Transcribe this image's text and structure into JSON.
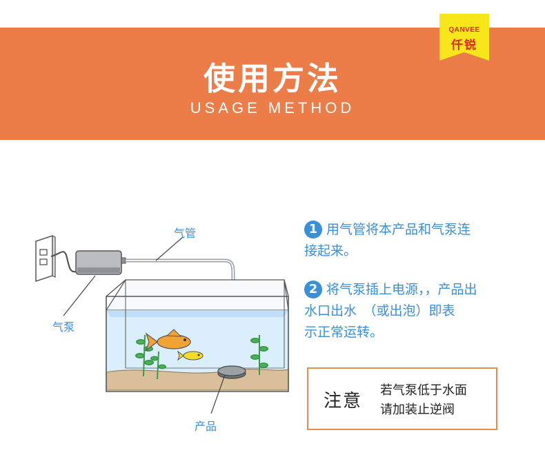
{
  "brand": {
    "name_en": "QANVEE",
    "name_cn": "仟锐"
  },
  "header": {
    "title": "使用方法",
    "subtitle": "USAGE METHOD"
  },
  "diagram": {
    "labels": {
      "air_tube": "气管",
      "air_pump": "气泵",
      "product": "产品"
    }
  },
  "steps": [
    {
      "number": "1",
      "line1": "用气管将本产品和气泵连",
      "line2": "接起来。"
    },
    {
      "number": "2",
      "line1": "将气泵插上电源，，产品出",
      "line2": "水口出水　（或出泡）即表",
      "line3": "示正常运转。"
    }
  ],
  "notice": {
    "title": "注意",
    "line1": "若气泵低于水面",
    "line2": "请加装止逆阀"
  },
  "colors": {
    "banner": "#ec7c48",
    "accent_blue": "#3a8fd9",
    "logo_bg": "#f7e61a",
    "logo_text": "#e0251b",
    "notice_border": "#ec8a55"
  }
}
